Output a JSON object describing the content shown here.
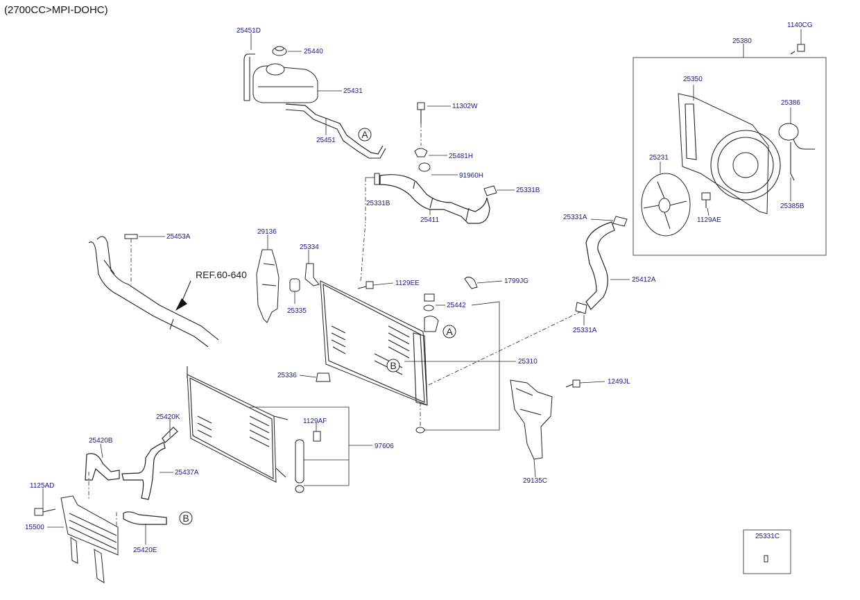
{
  "title": "(2700CC>MPI-DOHC)",
  "ref_text": "REF.60-640",
  "circle_markers": {
    "a": "A",
    "b": "B"
  },
  "labels": {
    "p25451D": "25451D",
    "p25440": "25440",
    "p25431": "25431",
    "p25451": "25451",
    "p11302W": "11302W",
    "p25481H": "25481H",
    "p91960H": "91960H",
    "p25331B_1": "25331B",
    "p25331B_2": "25331B",
    "p25411": "25411",
    "p25453A": "25453A",
    "p29136": "29136",
    "p25334": "25334",
    "p25335": "25335",
    "p1129EE": "1129EE",
    "p1799JG": "1799JG",
    "p25442": "25442",
    "p25310": "25310",
    "p25336": "25336",
    "p1129AF": "1129AF",
    "p97606": "97606",
    "p25420K": "25420K",
    "p25420B": "25420B",
    "p25437A": "25437A",
    "p1125AD": "1125AD",
    "p15500": "15500",
    "p25420E": "25420E",
    "p1249JL": "1249JL",
    "p29135C": "29135C",
    "p25331A_1": "25331A",
    "p25412A": "25412A",
    "p25331A_2": "25331A",
    "p1140CG": "1140CG",
    "p25380": "25380",
    "p25350": "25350",
    "p25386": "25386",
    "p25231": "25231",
    "p1129AE": "1129AE",
    "p25385B": "25385B",
    "p25331C": "25331C"
  }
}
